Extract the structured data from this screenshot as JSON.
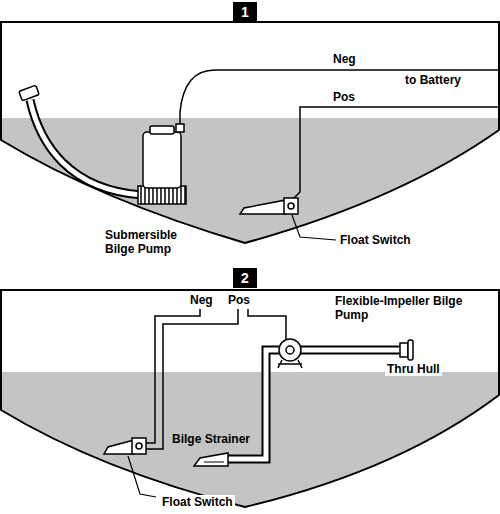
{
  "diagram": {
    "nodes": [
      {
        "text": [
          "1"
        ]
      },
      {
        "text": [
          "2"
        ]
      }
    ],
    "labels": [
      "Neg",
      "Pos",
      "to Battery",
      "Submersible Bilge Pump",
      "Float Switch",
      "Neg",
      "Pos",
      "Flexible-Impeller Bilge Pump",
      "Thru Hull",
      "Bilge Strainer",
      "Float Switch"
    ]
  }
}
